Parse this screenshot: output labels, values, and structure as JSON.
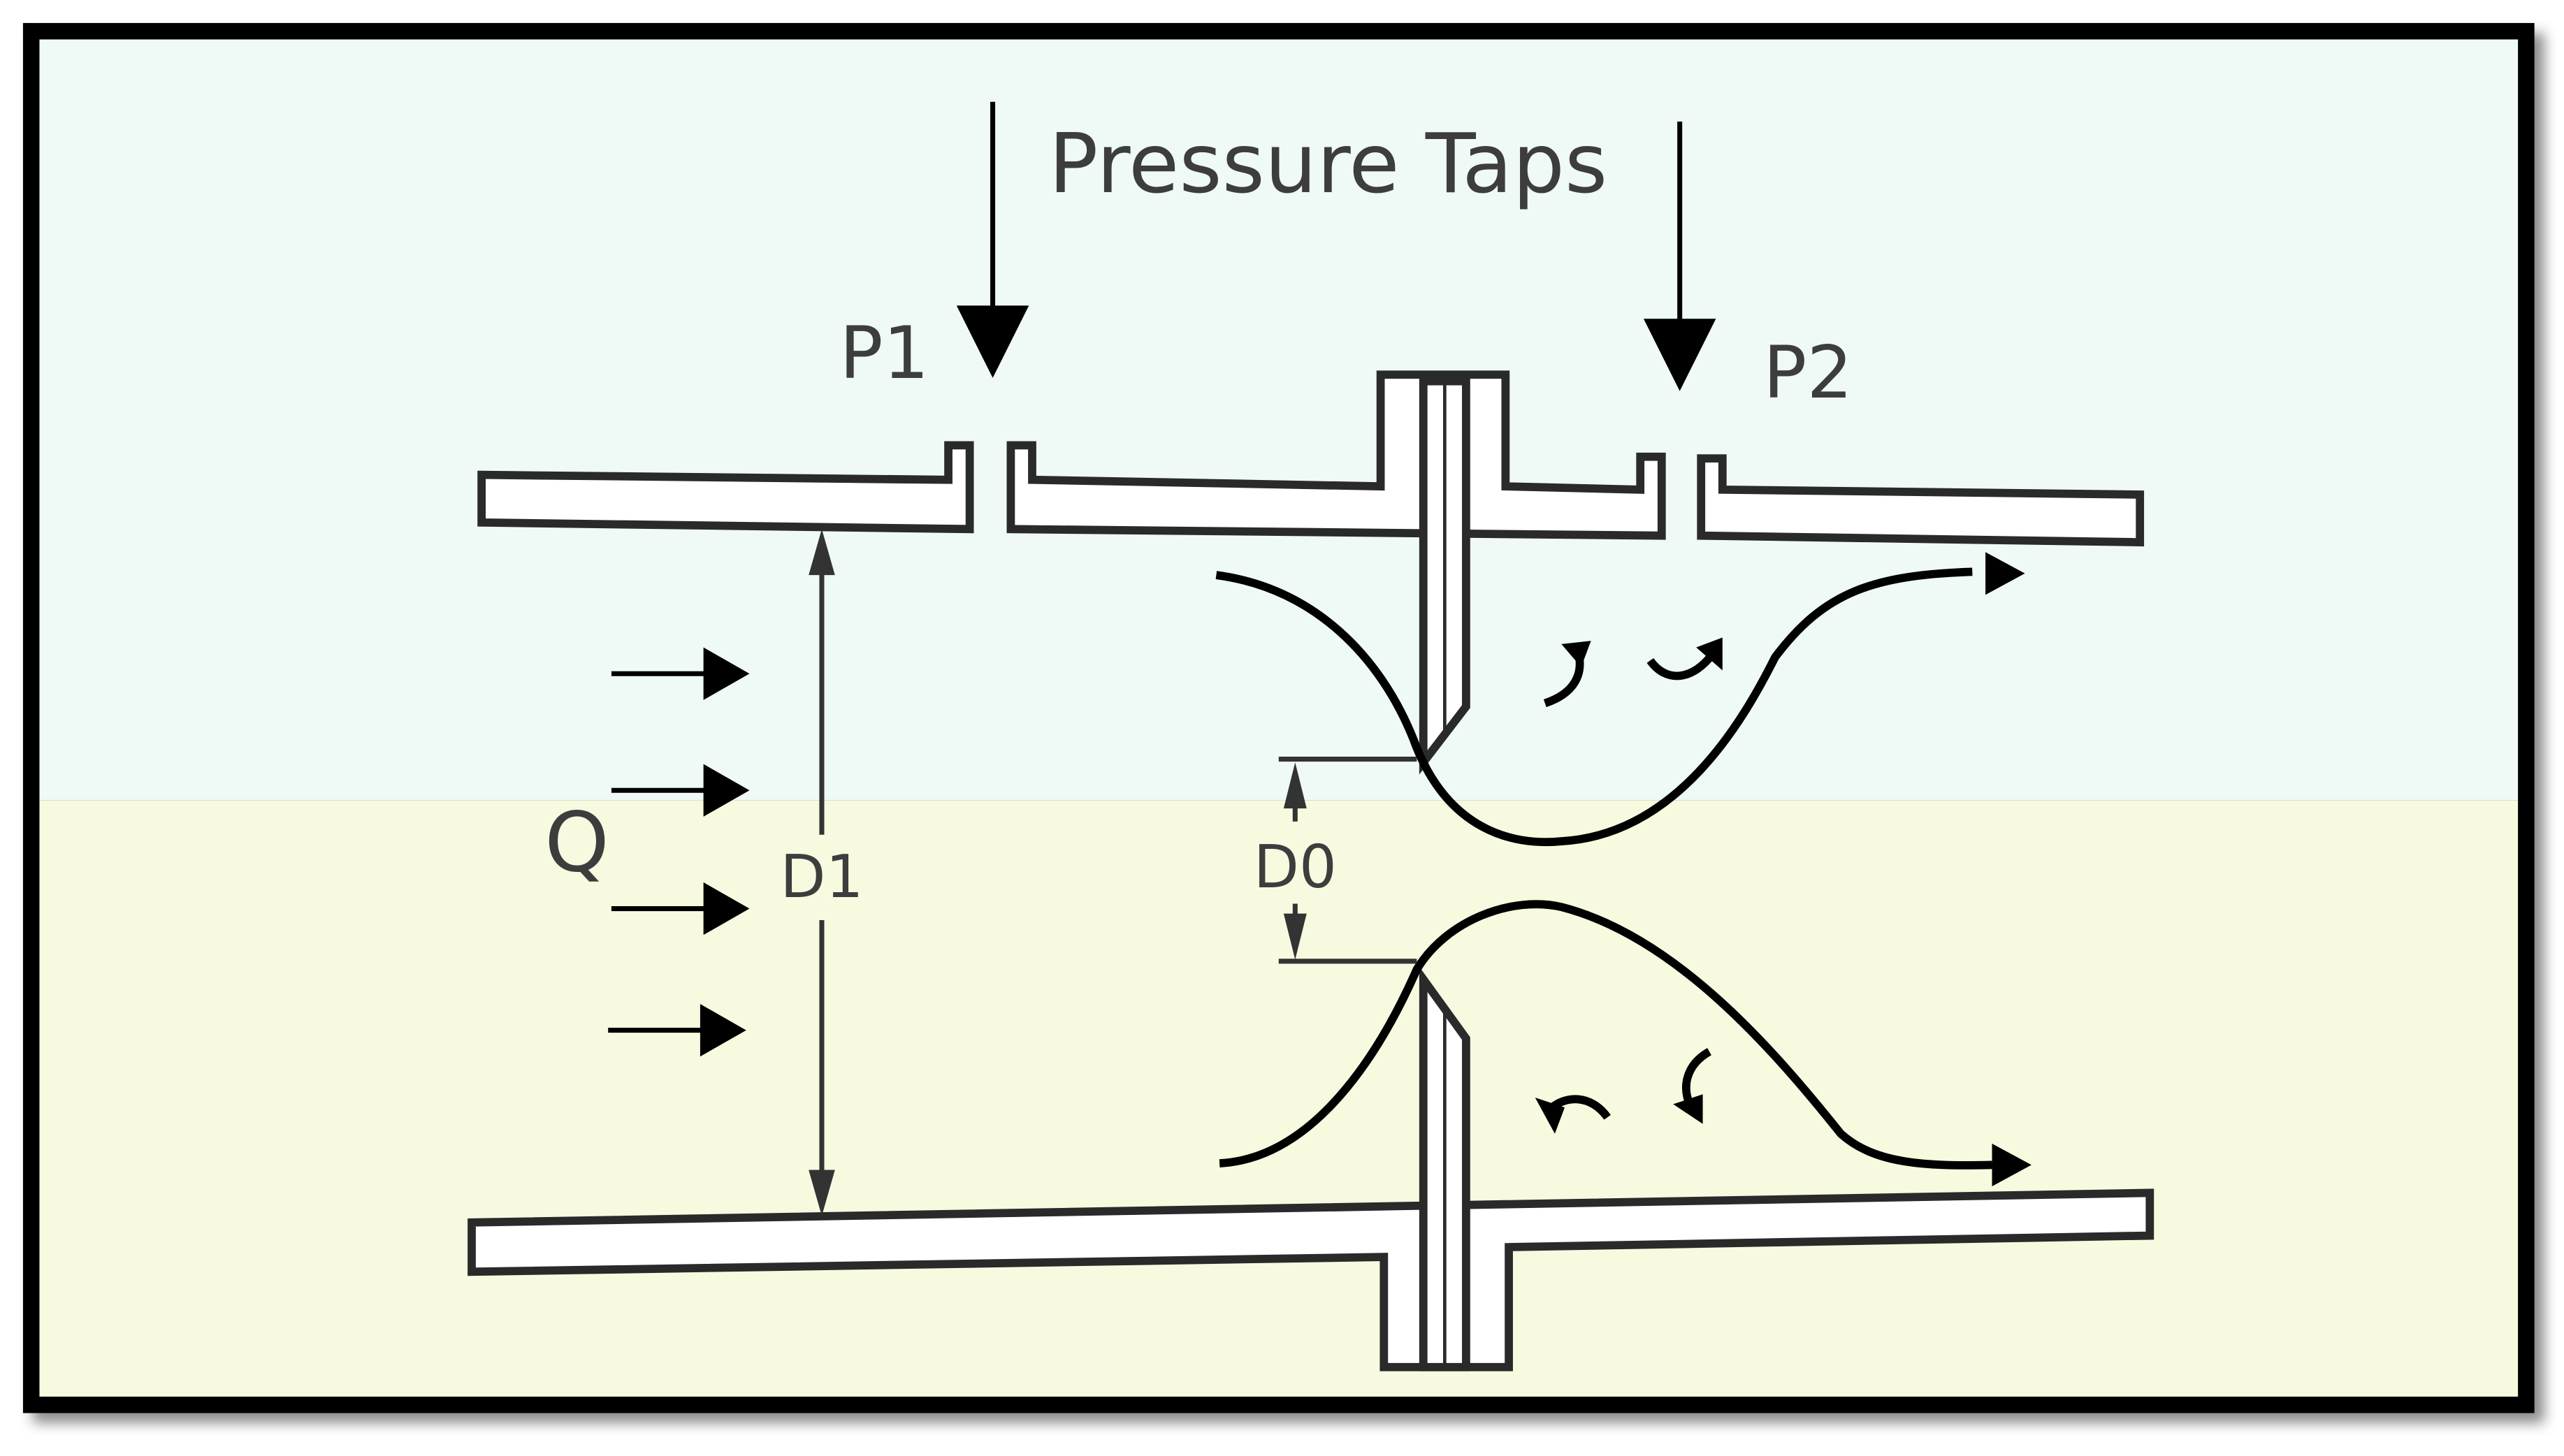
{
  "title": "Pressure Taps",
  "labels": {
    "p1": "P1",
    "p2": "P2",
    "q": "Q",
    "d1": "D1",
    "d0": "D0"
  },
  "colors": {
    "background_top": "#effaf6",
    "background_bottom": "#f7fadf",
    "frame": "#000000",
    "line": "#2a2a2a"
  }
}
